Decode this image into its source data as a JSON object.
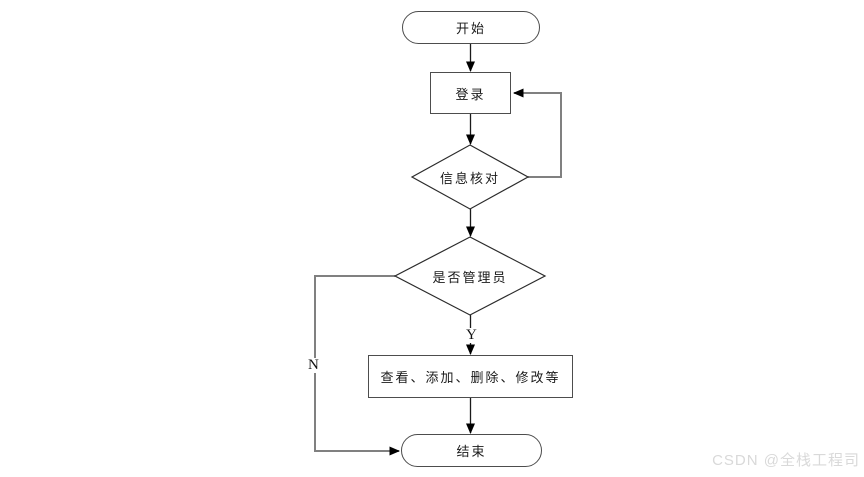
{
  "background": "#ffffff",
  "line_colors": {
    "flow_arrow": "#1a1a1a",
    "connector": "#808080",
    "shape_border": "#4d4d4d"
  },
  "flowchart": {
    "nodes": [
      {
        "id": "start",
        "type": "terminator",
        "label": "开始"
      },
      {
        "id": "login",
        "type": "process",
        "label": "登录"
      },
      {
        "id": "verify",
        "type": "decision",
        "label": "信息核对"
      },
      {
        "id": "is-admin",
        "type": "decision",
        "label": "是否管理员"
      },
      {
        "id": "admin-ops",
        "type": "process",
        "label": "查看、添加、删除、修改等"
      },
      {
        "id": "end",
        "type": "terminator",
        "label": "结束"
      }
    ],
    "edges": [
      {
        "from": "start",
        "to": "login",
        "label": ""
      },
      {
        "from": "login",
        "to": "verify",
        "label": ""
      },
      {
        "from": "verify",
        "to": "login",
        "label": "",
        "note": "loop back on right side"
      },
      {
        "from": "verify",
        "to": "is-admin",
        "label": ""
      },
      {
        "from": "is-admin",
        "to": "admin-ops",
        "label": "Y"
      },
      {
        "from": "is-admin",
        "to": "end",
        "label": "N",
        "note": "left side down to end"
      },
      {
        "from": "admin-ops",
        "to": "end",
        "label": ""
      }
    ],
    "labels": {
      "yes": "Y",
      "no": "N"
    }
  },
  "watermark": {
    "text": "CSDN @全栈工程司",
    "color": "#d9d9d9"
  }
}
